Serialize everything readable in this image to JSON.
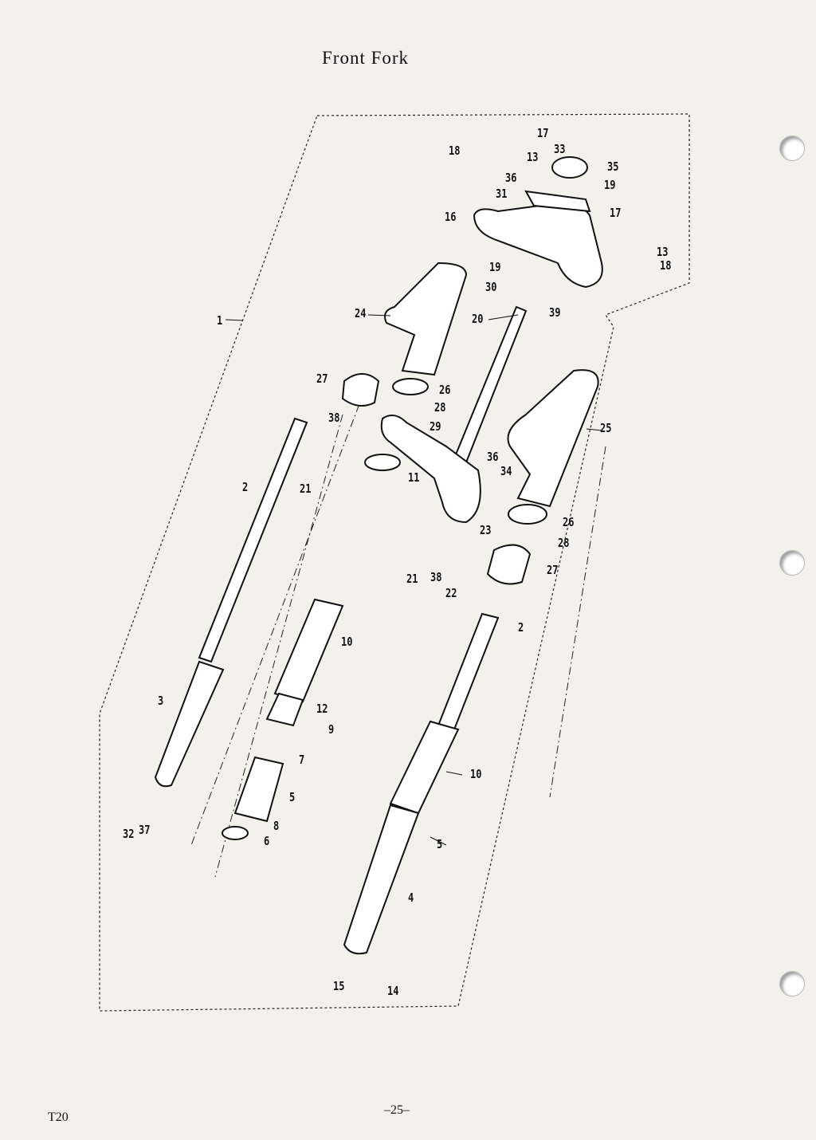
{
  "page": {
    "title": "Front Fork",
    "model": "T20",
    "page_number": "–25–"
  },
  "callouts": [
    "17",
    "18",
    "13",
    "33",
    "35",
    "36",
    "19",
    "31",
    "16",
    "17",
    "13",
    "18",
    "19",
    "30",
    "39",
    "20",
    "24",
    "1",
    "27",
    "26",
    "28",
    "38",
    "29",
    "25",
    "36",
    "34",
    "2",
    "21",
    "11",
    "23",
    "26",
    "28",
    "27",
    "21",
    "38",
    "22",
    "2",
    "10",
    "3",
    "12",
    "9",
    "7",
    "10",
    "5",
    "8",
    "32",
    "37",
    "6",
    "5",
    "4",
    "15",
    "14"
  ]
}
